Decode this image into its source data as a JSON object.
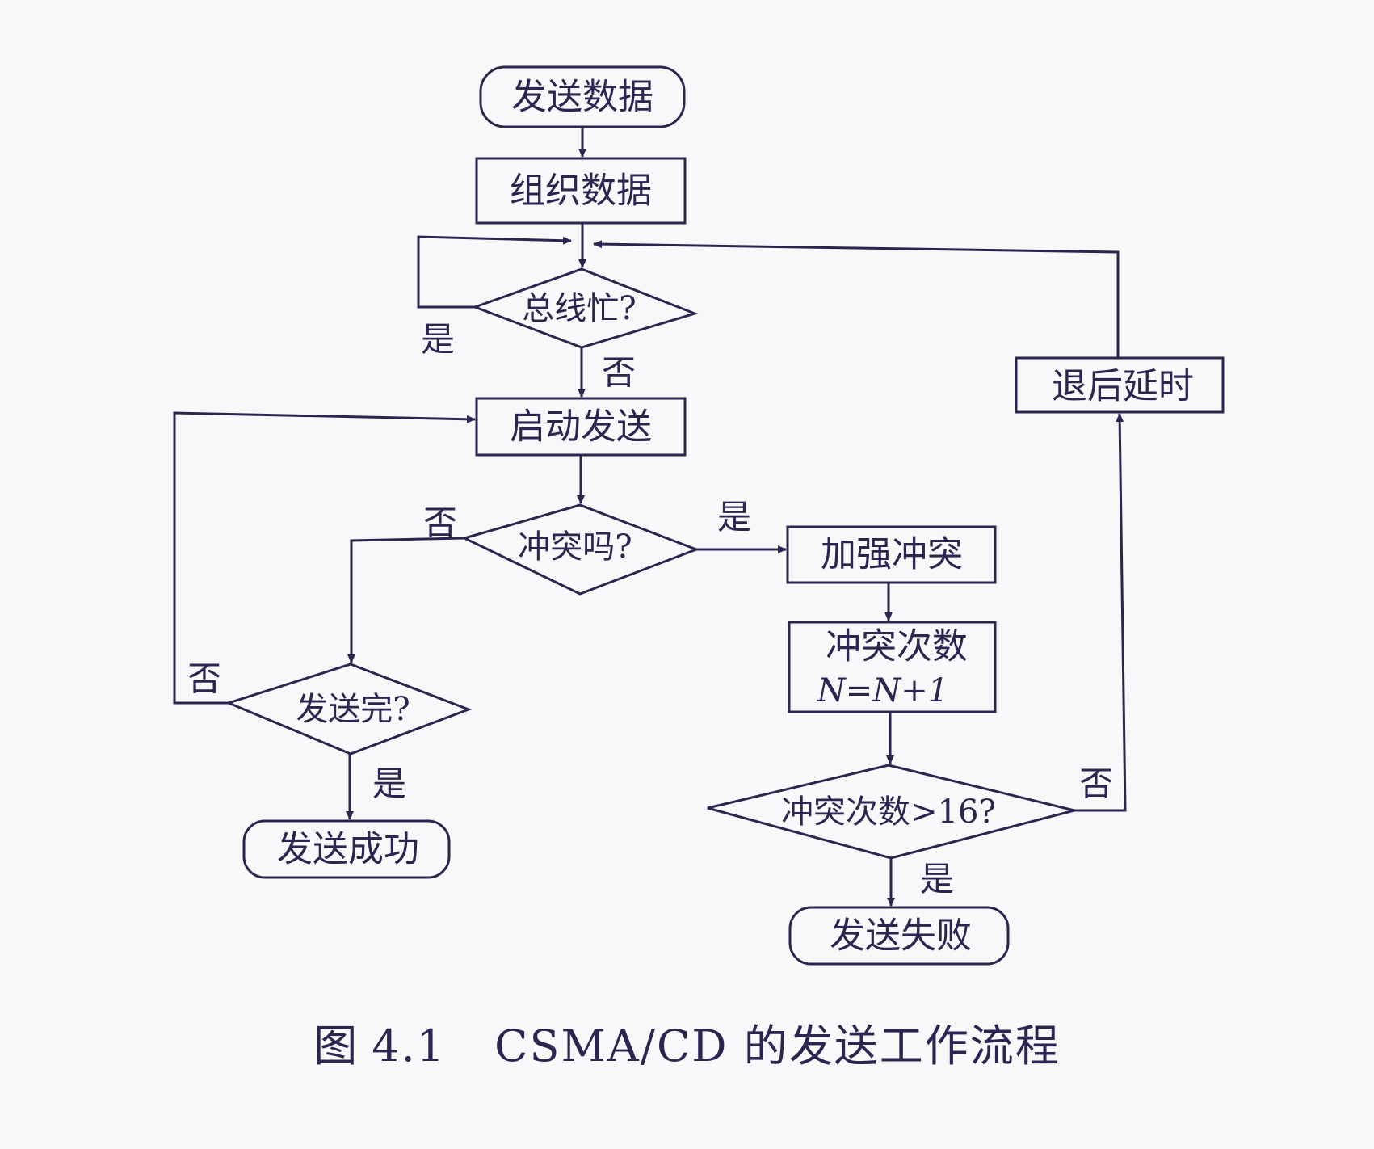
{
  "nodes": {
    "start": "发送数据",
    "organize": "组织数据",
    "bus_busy": "总线忙?",
    "start_send": "启动发送",
    "collision": "冲突吗?",
    "jam": "加强冲突",
    "count_line1": "冲突次数",
    "count_line2": "N=N+1",
    "count_check": "冲突次数>16?",
    "backoff": "退后延时",
    "send_done": "发送完?",
    "success": "发送成功",
    "failure": "发送失败"
  },
  "edge_labels": {
    "bus_busy_yes": "是",
    "bus_busy_no": "否",
    "collision_yes": "是",
    "collision_no": "否",
    "send_done_no": "否",
    "send_done_yes": "是",
    "count_no": "否",
    "count_yes": "是"
  },
  "caption": {
    "prefix": "图",
    "number": "4.1",
    "text": "CSMA/CD 的发送工作流程"
  },
  "colors": {
    "ink": "#2b2550",
    "background": "#f8f7f9"
  }
}
